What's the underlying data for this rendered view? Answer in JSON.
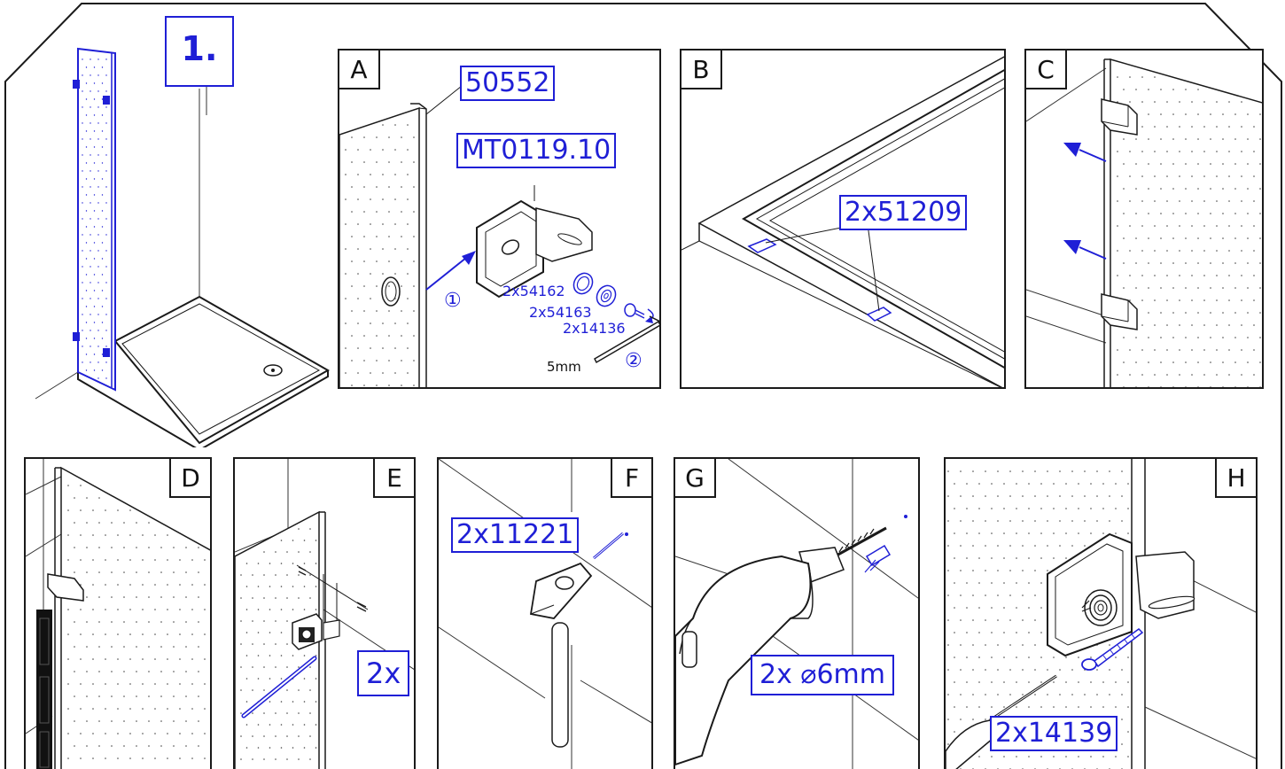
{
  "step_number": "1.",
  "panels": {
    "A": {
      "letter": "A",
      "part_top": "50552",
      "part_mid": "MT0119.10",
      "p1": "2x54162",
      "p2": "2x54163",
      "p3": "2x14136",
      "marker1": "①",
      "marker2": "②",
      "tool": "5mm"
    },
    "B": {
      "letter": "B",
      "part": "2x51209"
    },
    "C": {
      "letter": "C"
    },
    "D": {
      "letter": "D"
    },
    "E": {
      "letter": "E",
      "qty": "2x"
    },
    "F": {
      "letter": "F",
      "part": "2x11221"
    },
    "G": {
      "letter": "G",
      "drill": "2x ⌀6mm"
    },
    "H": {
      "letter": "H",
      "part": "2x14139"
    }
  },
  "colors": {
    "accent": "#1f1fd6",
    "line": "#1a1a1a"
  }
}
